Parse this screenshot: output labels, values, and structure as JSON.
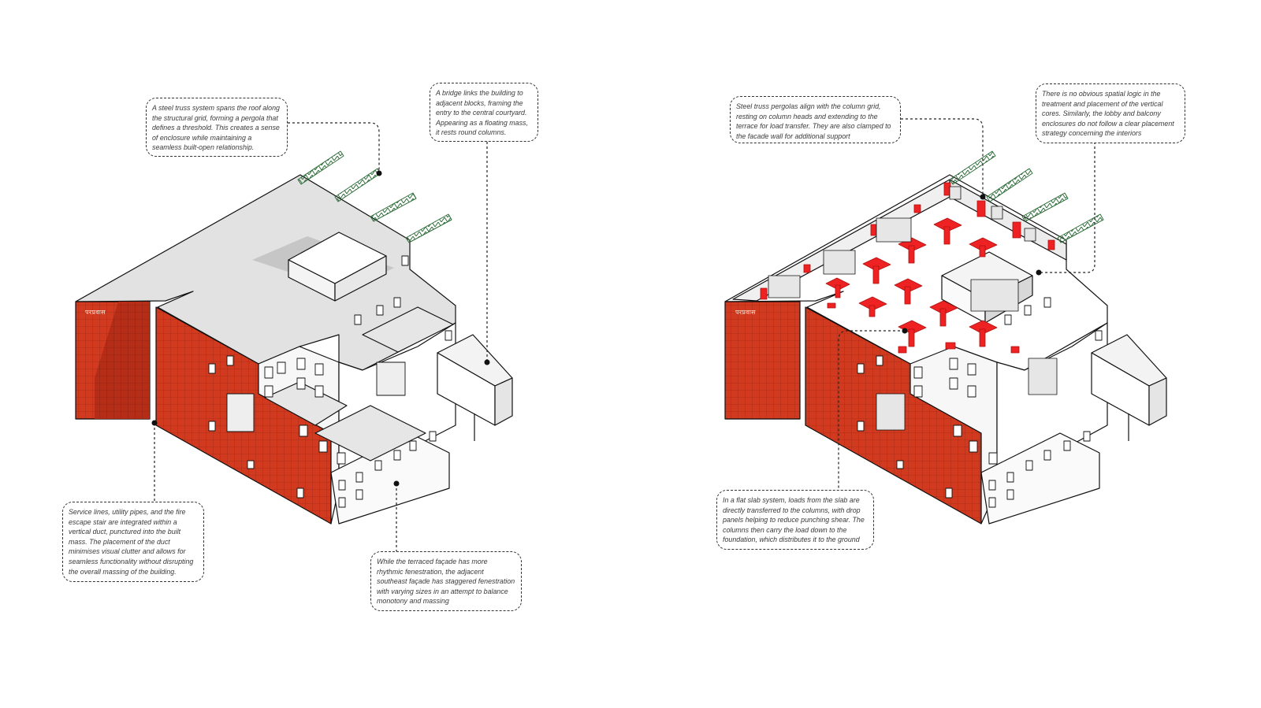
{
  "left_building": {
    "sign_text": "परप्रवास",
    "callouts": [
      "A steel truss system spans the roof along the structural grid, forming a pergola that defines a threshold. This creates a sense of enclosure while maintaining a seamless built-open relationship.",
      "A bridge links the building to adjacent blocks, framing the entry to the central courtyard. Appearing as a floating mass, it rests round columns.",
      "Service lines, utility pipes, and the fire escape stair are integrated within a vertical duct, punctured into the built mass. The placement of the duct minimises visual clutter and allows for seamless functionality without disrupting the overall massing of the building.",
      "While the terraced façade has more rhythmic fenestration, the adjacent southeast façade has staggered fenestration with varying sizes in an attempt to balance monotony and massing"
    ]
  },
  "right_building": {
    "sign_text": "परप्रवास",
    "callouts": [
      "Steel truss pergolas align with the column grid, resting on column heads and extending to the terrace for load transfer. They are also clamped to the facade wall for additional support",
      "There is no obvious spatial logic in the treatment and placement of the vertical cores. Similarly, the lobby and balcony enclosures do not follow a clear placement strategy concerning the interiors",
      "In a flat slab system, loads from the slab are directly transferred to the columns, with drop panels helping to reduce punching shear. The columns then carry the load down to the foundation, which distributes it to the ground"
    ]
  },
  "colors": {
    "facade_red": "#d23a1f",
    "roof_grey": "#e2e2e2",
    "column_red": "#ee2222",
    "truss_green": "#3b8a4a",
    "outline": "#111111"
  }
}
